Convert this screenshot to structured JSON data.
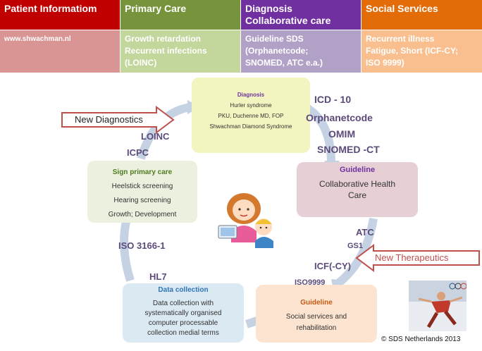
{
  "header": {
    "patient": "Patient Informatiom",
    "primary": "Primary Care",
    "diagnosis": [
      "Diagnosis",
      "Collaborative care"
    ],
    "social": "Social Services"
  },
  "row2": {
    "patient": "www.shwachman.nl",
    "primary": [
      "Growth retardation",
      "Recurrent infections",
      "(LOINC)"
    ],
    "diagnosis": [
      "Guideline SDS",
      "(Orphanetcode;",
      "SNOMED, ATC e.a.)"
    ],
    "social": [
      "Recurrent illness",
      "Fatigue, Short (ICF-CY;",
      "ISO 9999)"
    ]
  },
  "boxes": {
    "diagnosis": {
      "title": "Diagnosis",
      "lines": [
        "Hurler syndrome",
        "PKU, Duchenne MD, FOP",
        "Shwachman Diamond Syndrome"
      ]
    },
    "sign_primary": {
      "title": "Sign primary care",
      "lines": [
        "Heelstick screening",
        "Hearing screening",
        "Growth; Development"
      ]
    },
    "guideline_top": {
      "title": "Guideline",
      "lines": [
        "Collaborative  Health",
        "Care"
      ]
    },
    "data_collection": {
      "title": "Data collection",
      "lines": [
        "Data collection with",
        "systematically organised",
        "computer processable",
        "collection medial terms"
      ]
    },
    "guideline_bottom": {
      "title": "Guideline",
      "lines": [
        "Social services and",
        "rehabilitation"
      ]
    }
  },
  "labels": {
    "icd": "ICD - 10",
    "orphanet": "Orphanetcode",
    "omim": "OMIM",
    "snomed": "SNOMED -CT",
    "loinc": "LOINC",
    "icpc": "ICPC",
    "iso3166": "ISO 3166-1",
    "hl7": "HL7",
    "atc": "ATC",
    "gs1": "GS1",
    "icf": "ICF(-CY)",
    "iso9999": "ISO9999"
  },
  "callouts": {
    "new_diagnostics": "New Diagnostics",
    "new_therapeutics": "New Therapeutics"
  },
  "copyright": "© SDS Netherlands 2013",
  "colors": {
    "patient": "#c00000",
    "primary": "#77933c",
    "diagnosis": "#7030a0",
    "social": "#e36c09",
    "patient_light": "#d99594",
    "primary_light": "#c3d69b",
    "diagnosis_light": "#b2a1c7",
    "social_light": "#fabf8f"
  }
}
